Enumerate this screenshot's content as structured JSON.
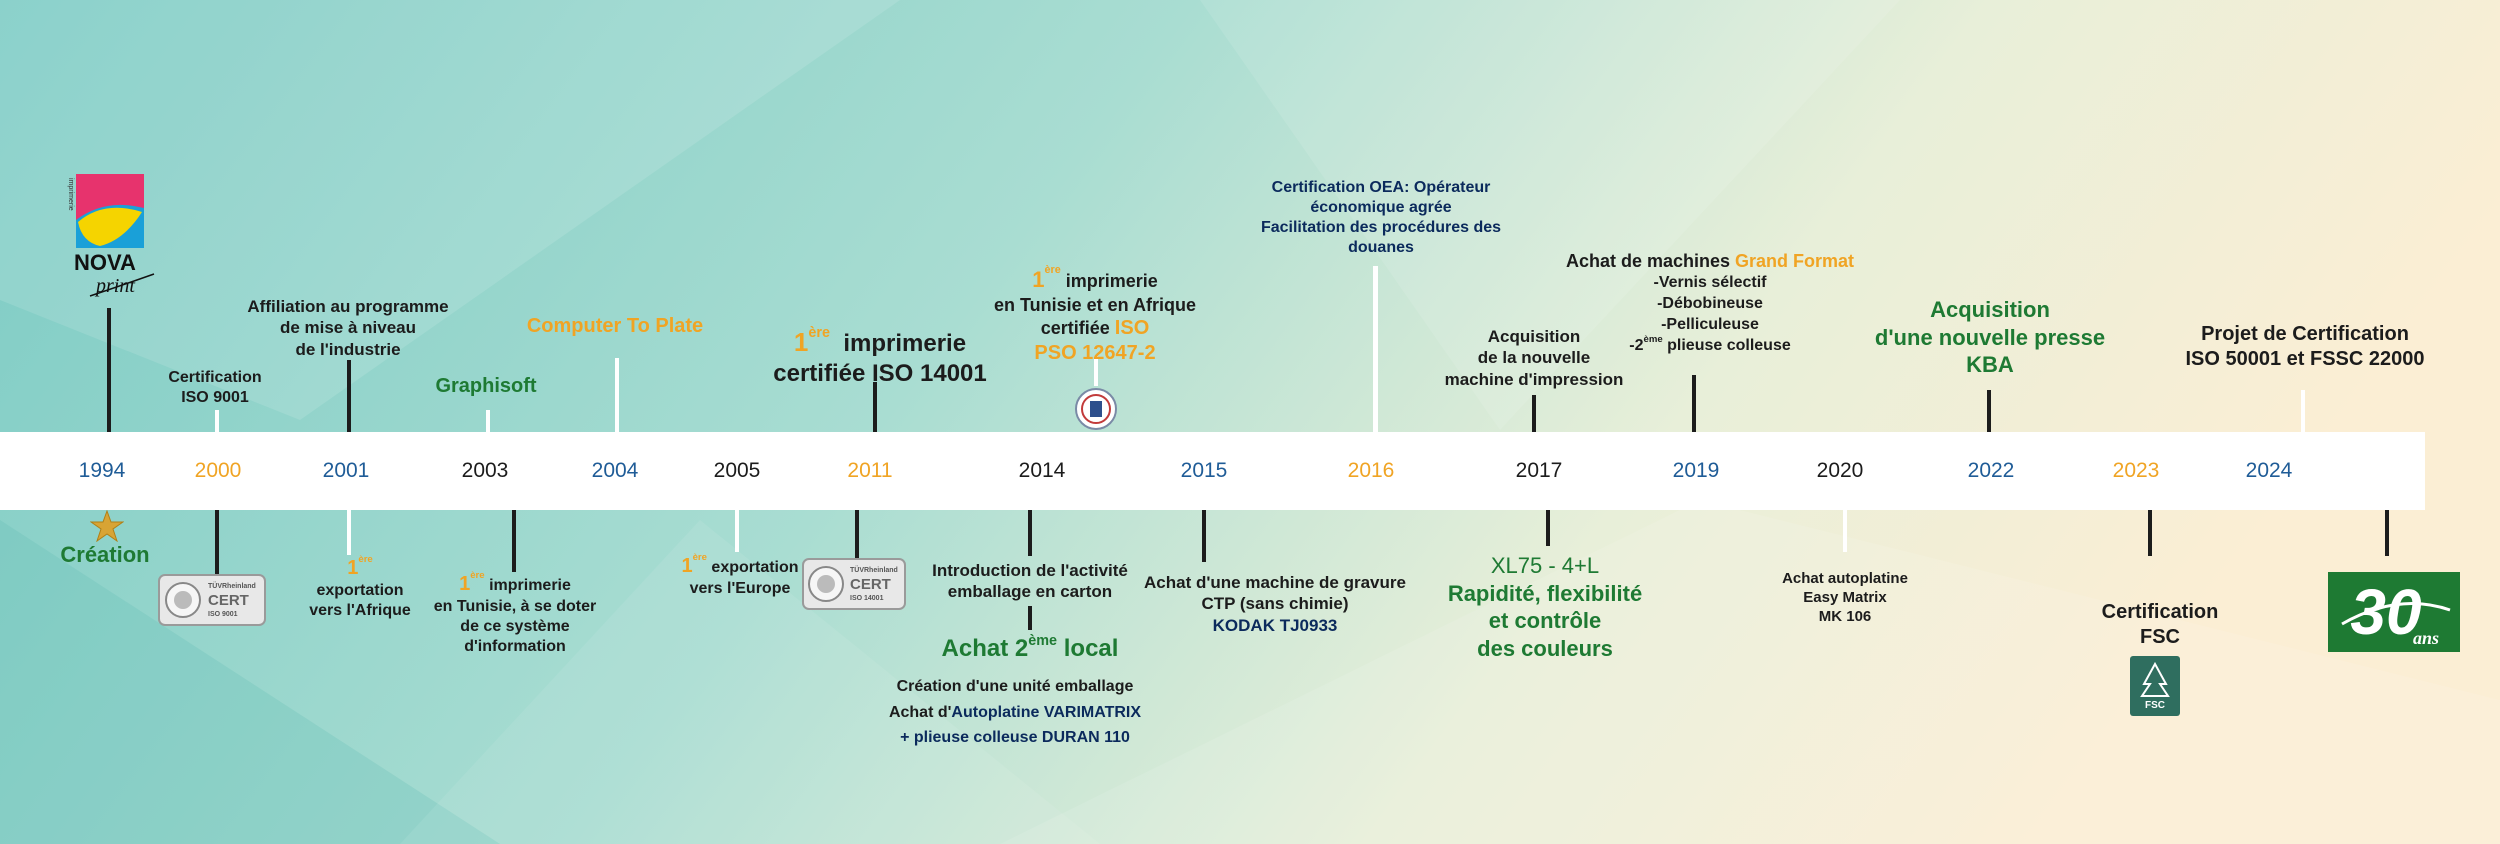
{
  "colors": {
    "orange": "#f0a424",
    "blue": "#1f5c97",
    "green": "#1e7a33",
    "dark": "#1c1c1c",
    "navy": "#0b2a5c"
  },
  "logo": {
    "brand": "NOVA",
    "script": "print",
    "side": "imprimerie"
  },
  "years": [
    {
      "label": "1994",
      "color": "#1f5c97"
    },
    {
      "label": "2000",
      "color": "#f0a424"
    },
    {
      "label": "2001",
      "color": "#1f5c97"
    },
    {
      "label": "2003",
      "color": "#1c1c1c"
    },
    {
      "label": "2004",
      "color": "#1f5c97"
    },
    {
      "label": "2005",
      "color": "#1c1c1c"
    },
    {
      "label": "2011",
      "color": "#f0a424"
    },
    {
      "label": "2014",
      "color": "#1c1c1c"
    },
    {
      "label": "2015",
      "color": "#1f5c97"
    },
    {
      "label": "2016",
      "color": "#f0a424"
    },
    {
      "label": "2017",
      "color": "#1c1c1c"
    },
    {
      "label": "2019",
      "color": "#1f5c97"
    },
    {
      "label": "2020",
      "color": "#1c1c1c"
    },
    {
      "label": "2022",
      "color": "#1f5c97"
    },
    {
      "label": "2023",
      "color": "#f0a424"
    },
    {
      "label": "2024",
      "color": "#1f5c97"
    }
  ],
  "events": {
    "e1994": {
      "text": "Création"
    },
    "e2000": {
      "line1": "Certification",
      "line2": "ISO 9001"
    },
    "e2001a": {
      "line1": "Affiliation au programme",
      "line2": "de mise à niveau",
      "line3": "de l'industrie"
    },
    "e2001b": {
      "num": "1",
      "sup": "ère",
      "line1": "exportation",
      "line2": "vers l'Afrique"
    },
    "e2003a": {
      "text": "Graphisoft"
    },
    "e2003b": {
      "num": "1",
      "sup": "ère",
      "line1": "imprimerie",
      "line2": "en Tunisie, à se doter",
      "line3": "de ce système",
      "line4": "d'information"
    },
    "e2004": {
      "text": "Computer To Plate"
    },
    "e2005": {
      "num": "1",
      "sup": "ère",
      "line1": "exportation",
      "line2": "vers l'Europe"
    },
    "e2011": {
      "num": "1",
      "sup": "ère",
      "line1": "imprimerie",
      "line2": "certifiée ISO 14001"
    },
    "e2014a": {
      "num": "1",
      "sup": "ère",
      "line1": "imprimerie",
      "line2": "en Tunisie et en Afrique",
      "line3": "certifiée",
      "iso": "ISO",
      "line4": "PSO 12647-2"
    },
    "e2014b": {
      "line1": "Introduction de l'activité",
      "line2": "emballage en carton"
    },
    "e2014c": {
      "head1": "Achat 2",
      "headsup": "ème",
      "head2": "local",
      "line1": "Création d'une unité emballage",
      "line2a": "Achat d'",
      "line2b": "Autoplatine VARIMATRIX",
      "line3": "+ plieuse colleuse DURAN 110"
    },
    "e2015": {
      "line1": "Achat d'une machine de gravure",
      "line2": "CTP (sans chimie)",
      "line3": "KODAK TJ0933"
    },
    "e2016": {
      "line1": "Certification OEA: Opérateur",
      "line2": "économique agrée",
      "line3": "Facilitation des procédures des",
      "line4": "douanes"
    },
    "e2017a": {
      "line1": "Acquisition",
      "line2": "de la nouvelle",
      "line3": "machine d'impression"
    },
    "e2017b": {
      "line0": "XL75 - 4+L",
      "line1": "Rapidité, flexibilité",
      "line2": "et contrôle",
      "line3": "des couleurs"
    },
    "e2019": {
      "head1": "Achat de machines ",
      "head2": "Grand Format",
      "line1": "-Vernis sélectif",
      "line2": "-Débobineuse",
      "line3": "-Pelliculeuse",
      "line4a": "-2",
      "line4sup": "ème",
      "line4b": " plieuse colleuse"
    },
    "e2020": {
      "line1": "Achat autoplatine",
      "line2": "Easy Matrix",
      "line3": "MK 106"
    },
    "e2022": {
      "line1": "Acquisition",
      "line2": "d'une nouvelle presse",
      "line3": "KBA"
    },
    "e2023": {
      "line1": "Certification",
      "line2": "FSC"
    },
    "e2024": {
      "line1": "Projet de Certification",
      "line2": "ISO 50001 et FSSC 22000"
    }
  },
  "certs": {
    "tuv": "TÜVRheinland",
    "cert": "CERT",
    "iso9001": "ISO 9001",
    "iso14001": "ISO 14001",
    "fsc": "FSC",
    "anniv": "30",
    "anniv_sub": "ans"
  }
}
